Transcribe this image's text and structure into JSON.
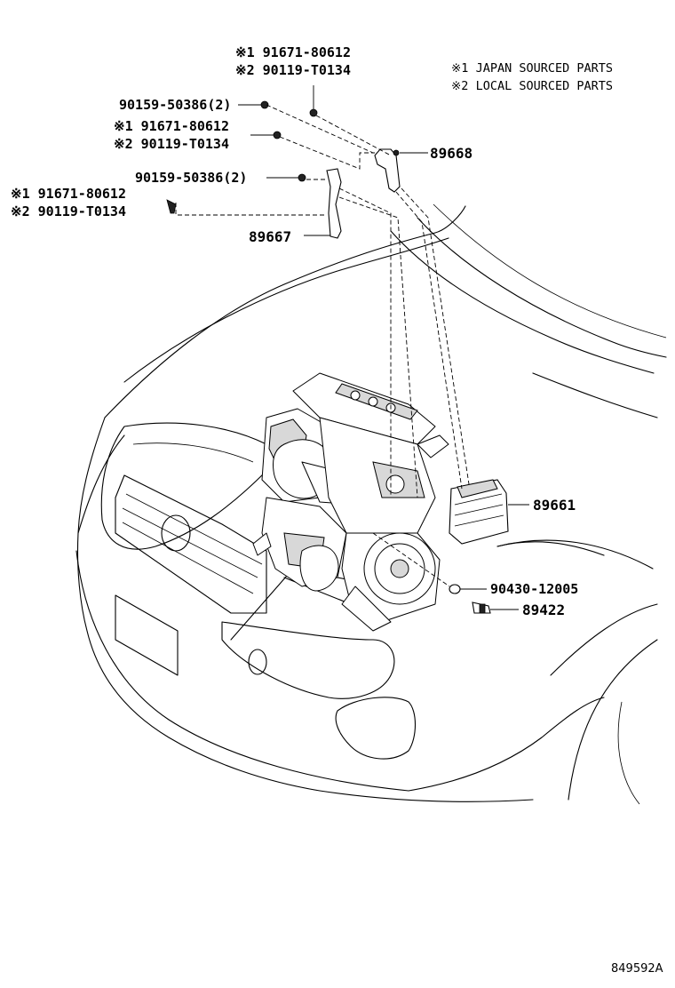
{
  "legend": {
    "line1": "※1 JAPAN SOURCED PARTS",
    "line2": "※2 LOCAL SOURCED PARTS"
  },
  "labels": {
    "top_j": "※1 91671-80612",
    "top_l": "※2 90119-T0134",
    "bolt1": "90159-50386(2)",
    "mid_j": "※1 91671-80612",
    "mid_l": "※2 90119-T0134",
    "p89668": "89668",
    "bolt2": "90159-50386(2)",
    "low_j": "※1 91671-80612",
    "low_l": "※2 90119-T0134",
    "p89667": "89667",
    "p89661": "89661",
    "p90430": "90430-12005",
    "p89422": "89422"
  },
  "figure_ref": "849592A"
}
